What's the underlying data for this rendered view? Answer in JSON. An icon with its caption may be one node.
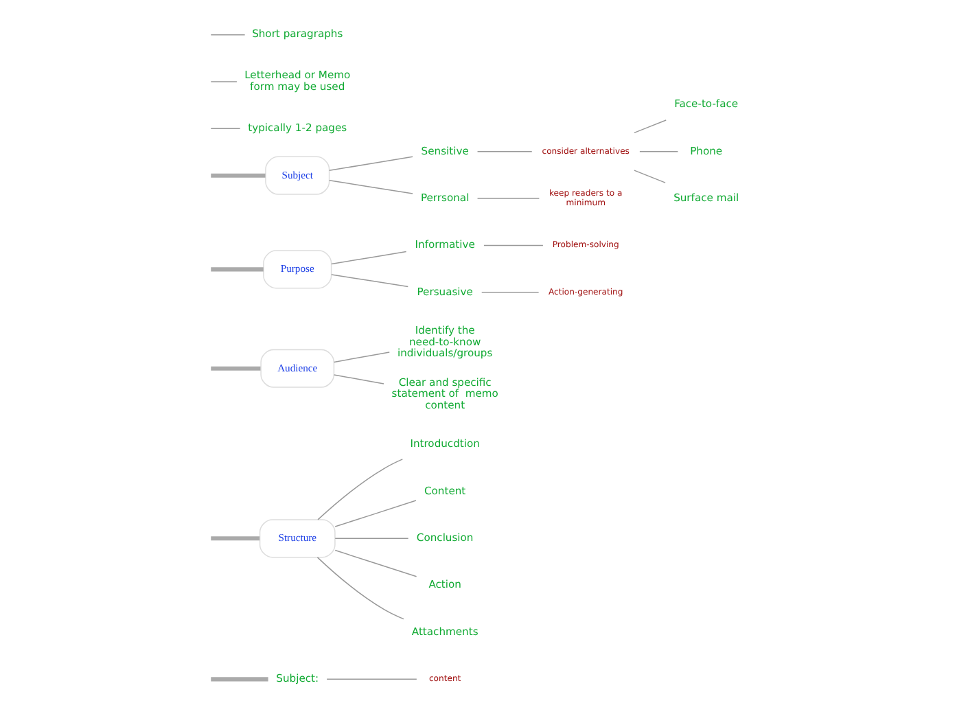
{
  "diagram": {
    "nodes": [
      {
        "text": [
          "Subject:"
        ]
      },
      {
        "text": [
          "content"
        ]
      },
      {
        "text": [
          "Structure"
        ]
      },
      {
        "text": [
          "Introducdtion"
        ]
      },
      {
        "text": [
          "Content"
        ]
      },
      {
        "text": [
          "Conclusion"
        ]
      },
      {
        "text": [
          "Action"
        ]
      },
      {
        "text": [
          "Attachments"
        ]
      },
      {
        "text": [
          "Audience"
        ]
      },
      {
        "text": [
          "Identify the need-to-know individuals/groups"
        ]
      },
      {
        "text": [
          "Clear and specific statement of  memo content"
        ]
      },
      {
        "text": [
          "Purpose"
        ]
      },
      {
        "text": [
          "Informative"
        ]
      },
      {
        "text": [
          "Problem-solving"
        ]
      },
      {
        "text": [
          "Persuasive"
        ]
      },
      {
        "text": [
          "Action-generating"
        ]
      },
      {
        "text": [
          "Subject"
        ]
      },
      {
        "text": [
          "Sensitive"
        ]
      },
      {
        "text": [
          "consider alternatives"
        ]
      },
      {
        "text": [
          "Face-to-face"
        ]
      },
      {
        "text": [
          "Phone"
        ]
      },
      {
        "text": [
          "Surface mail"
        ]
      },
      {
        "text": [
          "Perrsonal"
        ]
      },
      {
        "text": [
          "keep readers to a minimum"
        ]
      },
      {
        "text": [
          "typically 1-2 pages"
        ]
      },
      {
        "text": [
          "Letterhead or Memo form may be used"
        ]
      },
      {
        "text": [
          "Short paragraphs"
        ]
      }
    ],
    "edges": [
      {
        "from": null,
        "to": 0,
        "arrow": "none",
        "style": "thick"
      },
      {
        "from": 0,
        "to": 1,
        "arrow": "none"
      },
      {
        "from": null,
        "to": 2,
        "arrow": "none",
        "style": "thick"
      },
      {
        "from": 2,
        "to": 3,
        "arrow": "none"
      },
      {
        "from": 2,
        "to": 4,
        "arrow": "none"
      },
      {
        "from": 2,
        "to": 5,
        "arrow": "none"
      },
      {
        "from": 2,
        "to": 6,
        "arrow": "none"
      },
      {
        "from": 2,
        "to": 7,
        "arrow": "none"
      },
      {
        "from": null,
        "to": 8,
        "arrow": "none",
        "style": "thick"
      },
      {
        "from": 8,
        "to": 9,
        "arrow": "none"
      },
      {
        "from": 8,
        "to": 10,
        "arrow": "none"
      },
      {
        "from": null,
        "to": 11,
        "arrow": "none",
        "style": "thick"
      },
      {
        "from": 11,
        "to": 12,
        "arrow": "none"
      },
      {
        "from": 12,
        "to": 13,
        "arrow": "none"
      },
      {
        "from": 11,
        "to": 14,
        "arrow": "none"
      },
      {
        "from": 14,
        "to": 15,
        "arrow": "none"
      },
      {
        "from": null,
        "to": 16,
        "arrow": "none",
        "style": "thick"
      },
      {
        "from": 16,
        "to": 17,
        "arrow": "none"
      },
      {
        "from": 17,
        "to": 18,
        "arrow": "none"
      },
      {
        "from": 18,
        "to": 19,
        "arrow": "none"
      },
      {
        "from": 18,
        "to": 20,
        "arrow": "none"
      },
      {
        "from": 18,
        "to": 21,
        "arrow": "none"
      },
      {
        "from": 16,
        "to": 22,
        "arrow": "none"
      },
      {
        "from": 22,
        "to": 23,
        "arrow": "none"
      },
      {
        "from": null,
        "to": 24,
        "arrow": "none"
      },
      {
        "from": null,
        "to": 25,
        "arrow": "none"
      },
      {
        "from": null,
        "to": 26,
        "arrow": "none"
      }
    ]
  }
}
